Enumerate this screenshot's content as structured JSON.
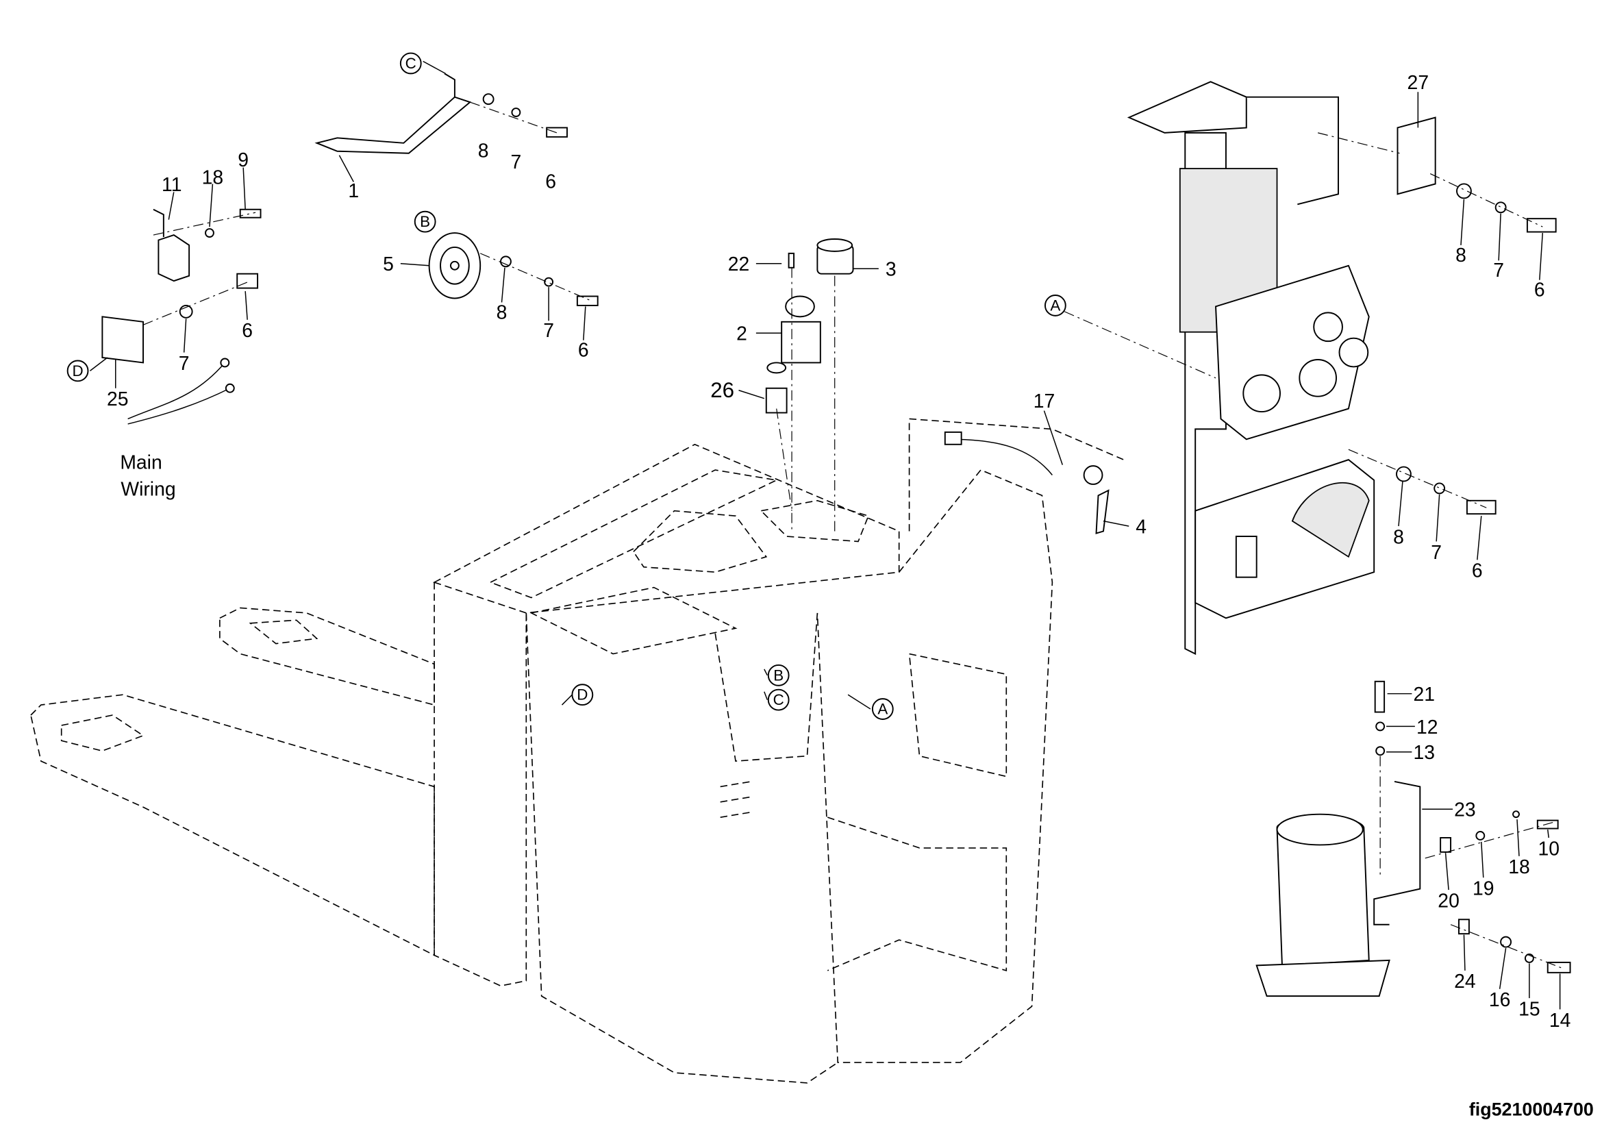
{
  "figure_id": "fig5210004700",
  "callouts": {
    "c_top": "C",
    "n8a": "8",
    "n7a": "7",
    "n6a": "6",
    "n1": "1",
    "n11": "11",
    "n18a": "18",
    "n9": "9",
    "n6b": "6",
    "n7b": "7",
    "d_left": "D",
    "n25": "25",
    "main_wiring_1": "Main",
    "main_wiring_2": "Wiring",
    "b_top": "B",
    "n5": "5",
    "n8b": "8",
    "n7c": "7",
    "n6c": "6",
    "n22": "22",
    "n3": "3",
    "n2": "2",
    "n26": "26",
    "n17": "17",
    "n4": "4",
    "a_top": "A",
    "n27": "27",
    "n8c": "8",
    "n7d": "7",
    "n6d": "6",
    "n8d": "8",
    "n7e": "7",
    "n6e": "6",
    "b_frame": "B",
    "c_frame": "C",
    "a_frame": "A",
    "d_frame": "D",
    "n21": "21",
    "n12": "12",
    "n13": "13",
    "n23": "23",
    "n10": "10",
    "n18b": "18",
    "n19": "19",
    "n20": "20",
    "n24": "24",
    "n16": "16",
    "n15": "15",
    "n14": "14"
  }
}
